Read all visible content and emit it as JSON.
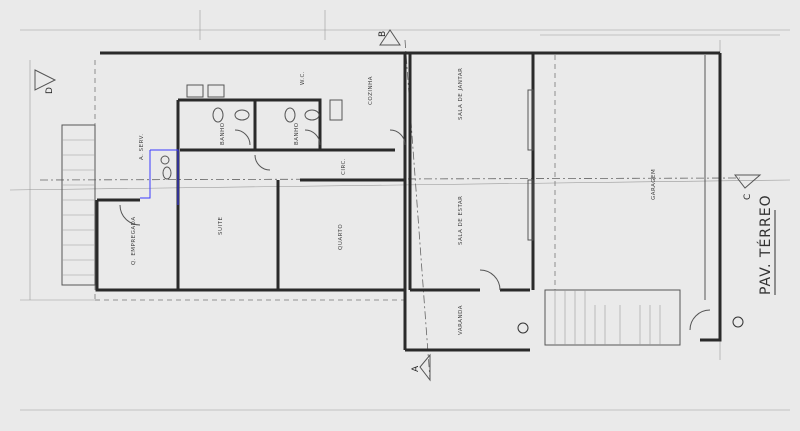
{
  "plan": {
    "title": "PAV. TÉRREO",
    "rooms": {
      "garagem": "GARAGEM",
      "sala_jantar": "SALA DE JANTAR",
      "sala_estar": "SALA DE ESTAR",
      "varanda": "VARANDA",
      "cozinha": "COZINHA",
      "banho1": "BANHO",
      "banho2": "BANHO",
      "wc": "W.C.",
      "circ": "CIRC.",
      "quarto": "QUARTO",
      "suite": "SUITE",
      "q_empregada": "Q. EMPREGADA",
      "a_serv": "A. SERV."
    },
    "section_marks": {
      "a": "A",
      "b": "B",
      "c": "C",
      "d": "D"
    },
    "colors": {
      "paper": "#eaeaea",
      "walls": "#2a2a2a",
      "highlight": "#3a3aff"
    }
  }
}
